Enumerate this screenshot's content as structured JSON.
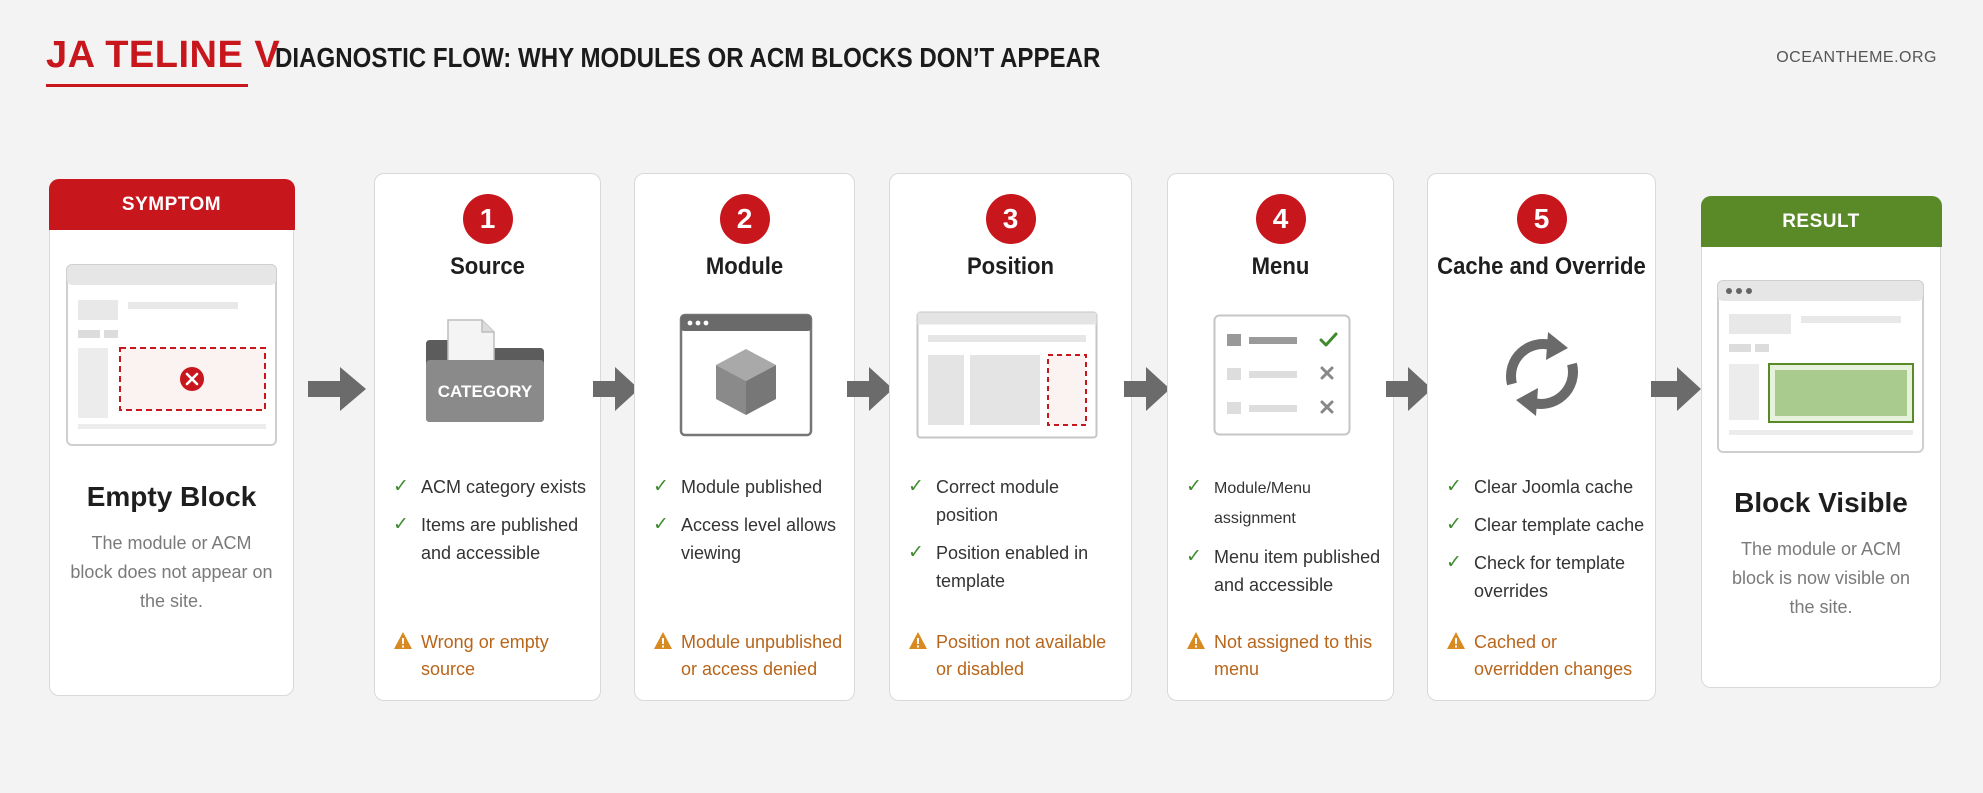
{
  "header": {
    "brand": "JA TELINE V",
    "title": "DIAGNOSTIC FLOW: WHY MODULES OR ACM BLOCKS DON’T APPEAR",
    "site": "OCEANTHEME.ORG"
  },
  "colors": {
    "accent_red": "#c8161d",
    "result_green": "#5a8a27",
    "check_green": "#3f8a2f",
    "warning_orange": "#b8651a"
  },
  "symptom": {
    "band": "SYMPTOM",
    "title": "Empty Block",
    "description": "The module or ACM block does not appear on the site.",
    "icon": "error-circle-icon"
  },
  "steps": [
    {
      "number": "1",
      "title": "Source",
      "icon": "category-folder-icon",
      "illustration_label": "CATEGORY",
      "checks": [
        "ACM category exists",
        "Items are published and accessible"
      ],
      "warning": "Wrong or empty source"
    },
    {
      "number": "2",
      "title": "Module",
      "icon": "module-cube-icon",
      "checks": [
        "Module published",
        "Access level allows viewing"
      ],
      "warning": "Module unpublished or access denied"
    },
    {
      "number": "3",
      "title": "Position",
      "icon": "layout-position-icon",
      "checks": [
        "Correct module position",
        "Position enabled in template"
      ],
      "warning": "Position not available or disabled"
    },
    {
      "number": "4",
      "title": "Menu",
      "icon": "menu-assignment-icon",
      "checks": [
        "Module/Menu assignment",
        "Menu item published and accessible"
      ],
      "warning": "Not assigned to this menu"
    },
    {
      "number": "5",
      "title": "Cache and Override",
      "icon": "refresh-cycle-icon",
      "checks": [
        "Clear Joomla cache",
        "Clear template cache",
        "Check for template overrides"
      ],
      "warning": "Cached or overridden changes"
    }
  ],
  "result": {
    "band": "RESULT",
    "title": "Block Visible",
    "description": "The module or ACM block is now visible on the site."
  }
}
